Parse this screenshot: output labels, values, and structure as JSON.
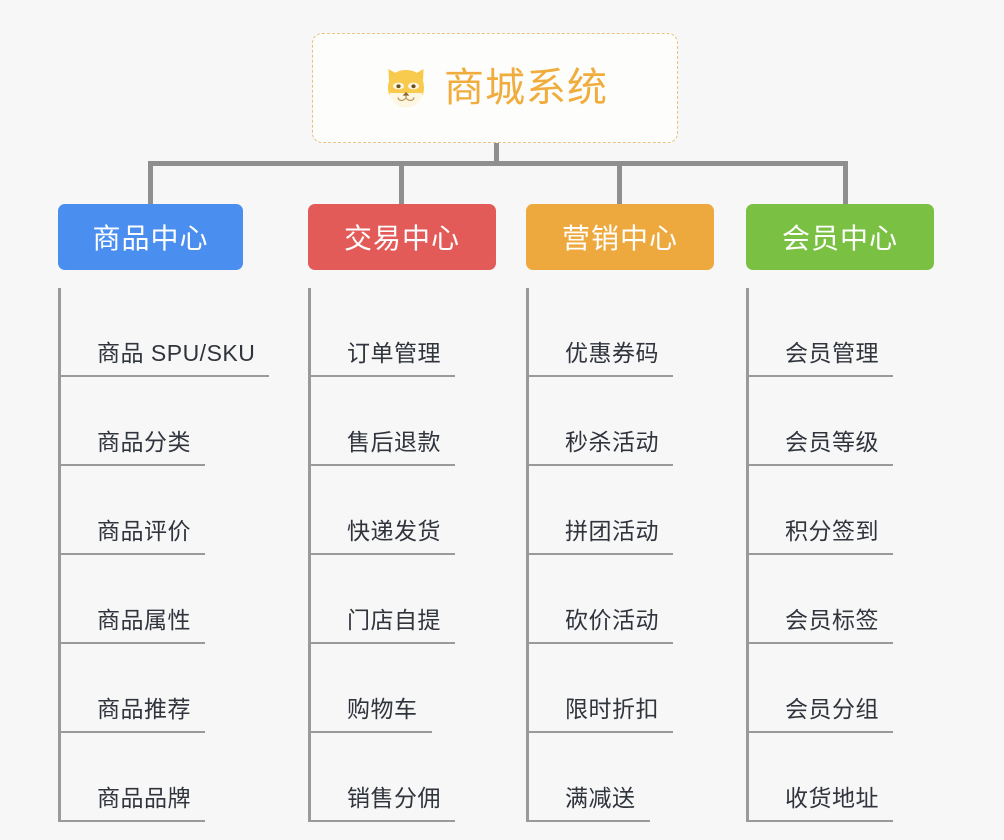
{
  "page": {
    "background_color": "#f7f7f7",
    "type": "org-chart-mindmap"
  },
  "root": {
    "title": "商城系统",
    "icon": "shiba-dog-icon",
    "text_color": "#f0ad3e",
    "border_color": "#eac180",
    "background_color": "#fdfdfc"
  },
  "connector": {
    "color": "#8f8f8f"
  },
  "columns": [
    {
      "title": "商品中心",
      "color": "#4a8ef0",
      "leaves": [
        "商品 SPU/SKU",
        "商品分类",
        "商品评价",
        "商品属性",
        "商品推荐",
        "商品品牌"
      ]
    },
    {
      "title": "交易中心",
      "color": "#e25b58",
      "leaves": [
        "订单管理",
        "售后退款",
        "快递发货",
        "门店自提",
        "购物车",
        "销售分佣"
      ]
    },
    {
      "title": "营销中心",
      "color": "#eda93e",
      "leaves": [
        "优惠券码",
        "秒杀活动",
        "拼团活动",
        "砍价活动",
        "限时折扣",
        "满减送"
      ]
    },
    {
      "title": "会员中心",
      "color": "#7ac143",
      "leaves": [
        "会员管理",
        "会员等级",
        "积分签到",
        "会员标签",
        "会员分组",
        "收货地址"
      ]
    }
  ]
}
